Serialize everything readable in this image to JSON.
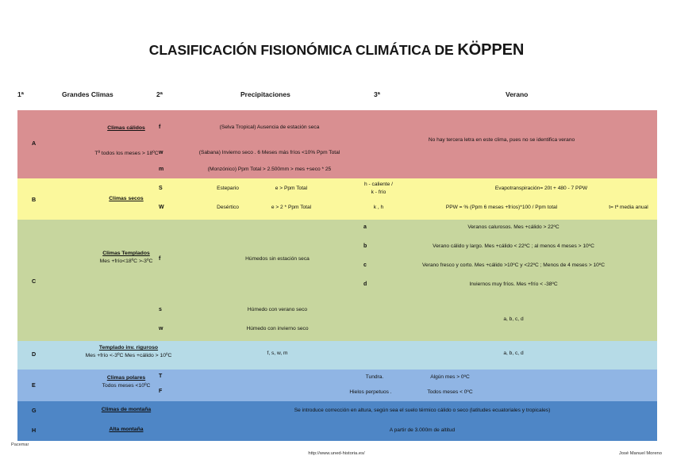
{
  "title": {
    "main": "CLASIFICACIÓN FISIONÓMICA CLIMÁTICA DE ",
    "emphasis": "KÖPPEN"
  },
  "headers": {
    "col1": "1ª",
    "col2": "Grandes Climas",
    "col3": "2ª",
    "col4": "Precipitaciones",
    "col5": "3ª",
    "col6": "Verano"
  },
  "colors": {
    "band_a": "#d98f91",
    "band_b": "#fbf89c",
    "band_c": "#c7d69e",
    "band_d": "#b6dbe7",
    "band_e": "#90b5e4",
    "band_gh": "#4e86c6"
  },
  "rows": {
    "a": {
      "letter": "A",
      "group_title": "Climas cálidos",
      "group_sub": "Tª todos los meses    > 18ºC",
      "codes": {
        "f": "f",
        "w": "w",
        "m": "m"
      },
      "precip_f": "(Selva Tropical) Ausencia de estación seca",
      "precip_w": "(Sabana) Invierno seco . 6 Meses más fríos <10% Ppm Total",
      "precip_m": "(Monzónico) Ppm Total > 2.500mm > mes +seco * 25",
      "third": "",
      "summer": "No hay tercera letra en este clima, pues no se identifica verano"
    },
    "b": {
      "letter": "B",
      "group_title": "Climas secos",
      "codes": {
        "s": "S",
        "w": "W"
      },
      "precip_s_name": "Estepario",
      "precip_s_cond": "e > Ppm Total",
      "precip_w_name": "Desértico",
      "precip_w_cond": "e > 2 * Ppm Total",
      "third_s_line1": "h - caliente /",
      "third_s_line2": "k - frío",
      "third_w": "k , h",
      "summer_s": "Evapotranspiración= 20t + 480 - 7 PPW",
      "summer_w": "PPW = % (Ppm 6 meses +fríos)*100 / Ppm total",
      "summer_w_extra": "t=  tª media anual"
    },
    "c": {
      "letter": "C",
      "group_title": "Climas Templados",
      "group_sub": "Mes +frío<18ºC >-3ºC",
      "codes": {
        "f": "f",
        "s": "s",
        "w": "w"
      },
      "precip_f": "Húmedos sin estación seca",
      "precip_s": "Húmedo con verano seco",
      "precip_w": "Húmedo con invierno seco",
      "third_a": "a",
      "third_b": "b",
      "third_c": "c",
      "third_d": "d",
      "summer_a": "Veranos calurosos. Mes +cálido > 22ºC",
      "summer_b": "Verano cálido y largo. Mes +cálido < 22ºC ; al menos 4 meses > 10ºC",
      "summer_c": "Verano fresco y corto. Mes +cálido >10ºC y <22ºC ; Menos de 4 meses > 10ºC",
      "summer_d": "Inviernos muy fríos. Mes +frío < -38ºC",
      "summer_sw": "a, b, c, d"
    },
    "d": {
      "letter": "D",
      "group_title": "Templado inv. riguroso",
      "group_sub": "Mes +frío <-3ºC    Mes +cálido > 10ºC",
      "precip": "f, s, w, m",
      "summer": "a, b, c, d"
    },
    "e": {
      "letter": "E",
      "group_title": "Climas polares",
      "group_sub": "Todos meses <10ºC",
      "codes": {
        "t": "T",
        "f": "F"
      },
      "third_t_label": "Tundra.",
      "third_t_cond": "Algún mes > 0ºC",
      "third_f_label": "Hielos perpetuos .",
      "third_f_cond": "Todos meses < 0ºC"
    },
    "g": {
      "letter": "G",
      "group_title": "Climas de montaña",
      "detail": "Se introduce corrección en altura, según sea el suelo térmico cálido o seco (latitudes ecuatoriales y tropicales)"
    },
    "h": {
      "letter": "H",
      "group_title": "Alta montaña",
      "detail": "A partir de 3.000m de altitud"
    }
  },
  "footer": {
    "left": "Pacemar",
    "url": "http://www.uned-historia.es/",
    "author": "José Manuel Moreno"
  }
}
